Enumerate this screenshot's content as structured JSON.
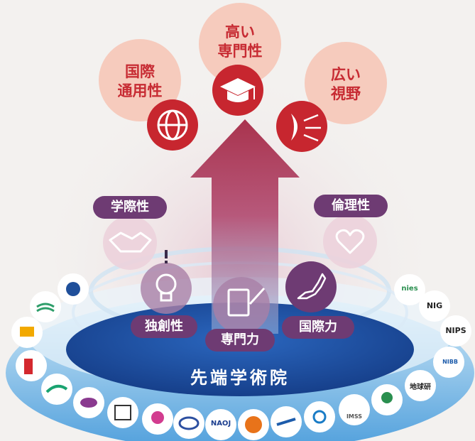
{
  "goals": {
    "high_expertise": "高い\n専門性",
    "international": "国際\n通用性",
    "broad_view": "広い\n視野"
  },
  "qualities": {
    "interdisciplinary": "学際性",
    "ethics": "倫理性"
  },
  "skills": {
    "originality": "独創性",
    "expertise": "専門力",
    "international_power": "国際力"
  },
  "base_label": "先端学術院",
  "institute_logos": {
    "nies": "nies",
    "nig": "NIG",
    "nips": "NIPS",
    "nibb": "NIBB",
    "chikyuken": "地球研",
    "naoj": "NAOJ",
    "imss": "IMSS"
  },
  "colors": {
    "goal_circle": "#f6cbbd",
    "goal_icon": "#c7262f",
    "purple": "#6e3b73",
    "base_blue": "#1f53a5",
    "ring_blue": "#5aa7de"
  }
}
